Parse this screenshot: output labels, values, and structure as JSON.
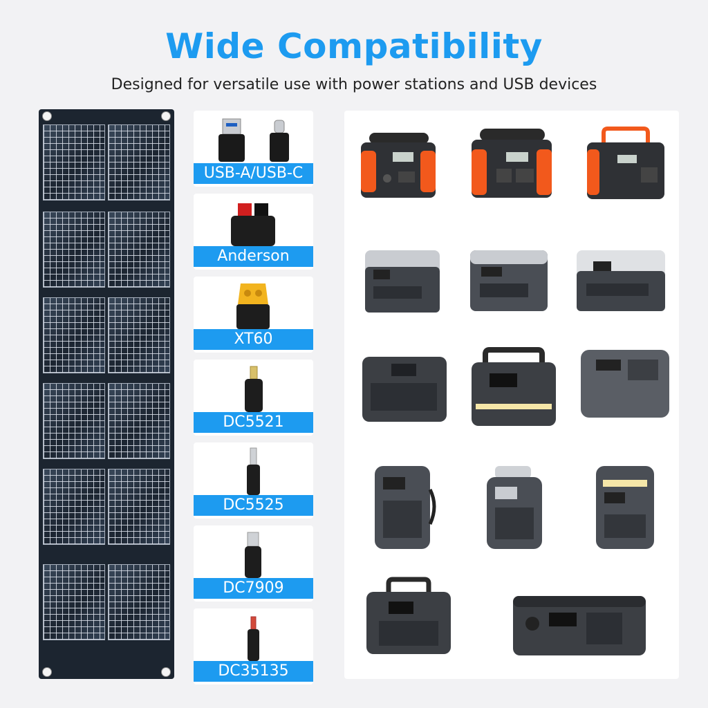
{
  "page": {
    "title": "Wide Compatibility",
    "subtitle": "Designed for versatile use with power stations and USB devices"
  },
  "connectors": [
    {
      "label": "USB-A/USB-C",
      "icon": "usb-a-usb-c-plug-icon"
    },
    {
      "label": "Anderson",
      "icon": "anderson-plug-icon"
    },
    {
      "label": "XT60",
      "icon": "xt60-plug-icon"
    },
    {
      "label": "DC5521",
      "icon": "dc5521-plug-icon"
    },
    {
      "label": "DC5525",
      "icon": "dc5525-plug-icon"
    },
    {
      "label": "DC7909",
      "icon": "dc7909-plug-icon"
    },
    {
      "label": "DC35135",
      "icon": "dc35135-plug-icon"
    }
  ],
  "colors": {
    "accent": "#1d9bf0",
    "orange_station": "#f2591c",
    "gray_station": "#4a4e55"
  }
}
